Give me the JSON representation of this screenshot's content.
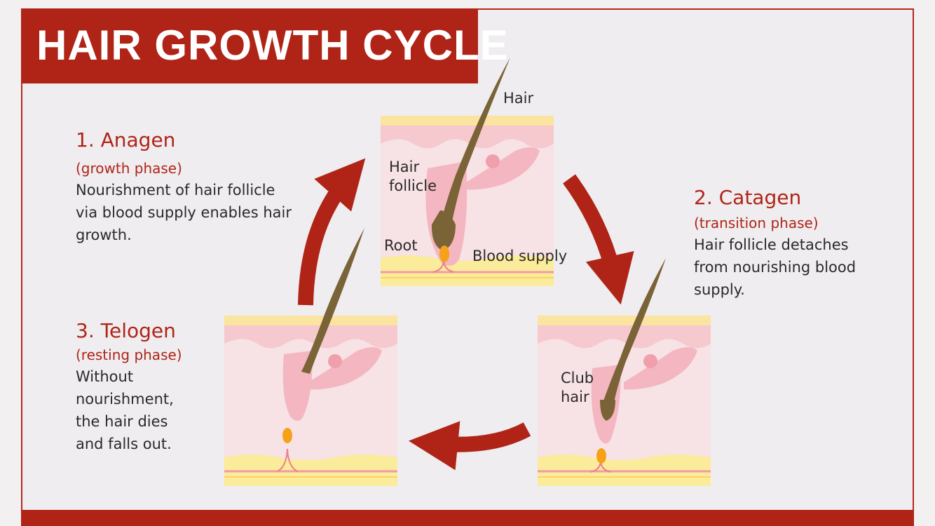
{
  "title": "HAIR GROWTH CYCLE",
  "phases": [
    {
      "title": "1. Anagen",
      "subtitle": "(growth phase)",
      "description": "Nourishment of hair follicle via blood supply enables hair growth."
    },
    {
      "title": "2. Catagen",
      "subtitle": "(transition phase)",
      "description": "Hair follicle detaches from nourishing blood supply."
    },
    {
      "title": "3. Telogen",
      "subtitle": "(resting phase)",
      "description": "Without nourishment, the hair dies and falls out."
    }
  ],
  "labels": {
    "hair": "Hair",
    "hair_follicle": "Hair follicle",
    "root": "Root",
    "blood_supply": "Blood supply",
    "club_hair": "Club hair"
  },
  "colors": {
    "accent_red": "#b02417",
    "skin_pink": "#f6c9cf",
    "follicle_pink": "#f4b6c0",
    "dermis": "#f7e2e6",
    "fat_yellow": "#faec9a",
    "hair_brown": "#7a6336",
    "root_orange": "#f5a21a"
  }
}
